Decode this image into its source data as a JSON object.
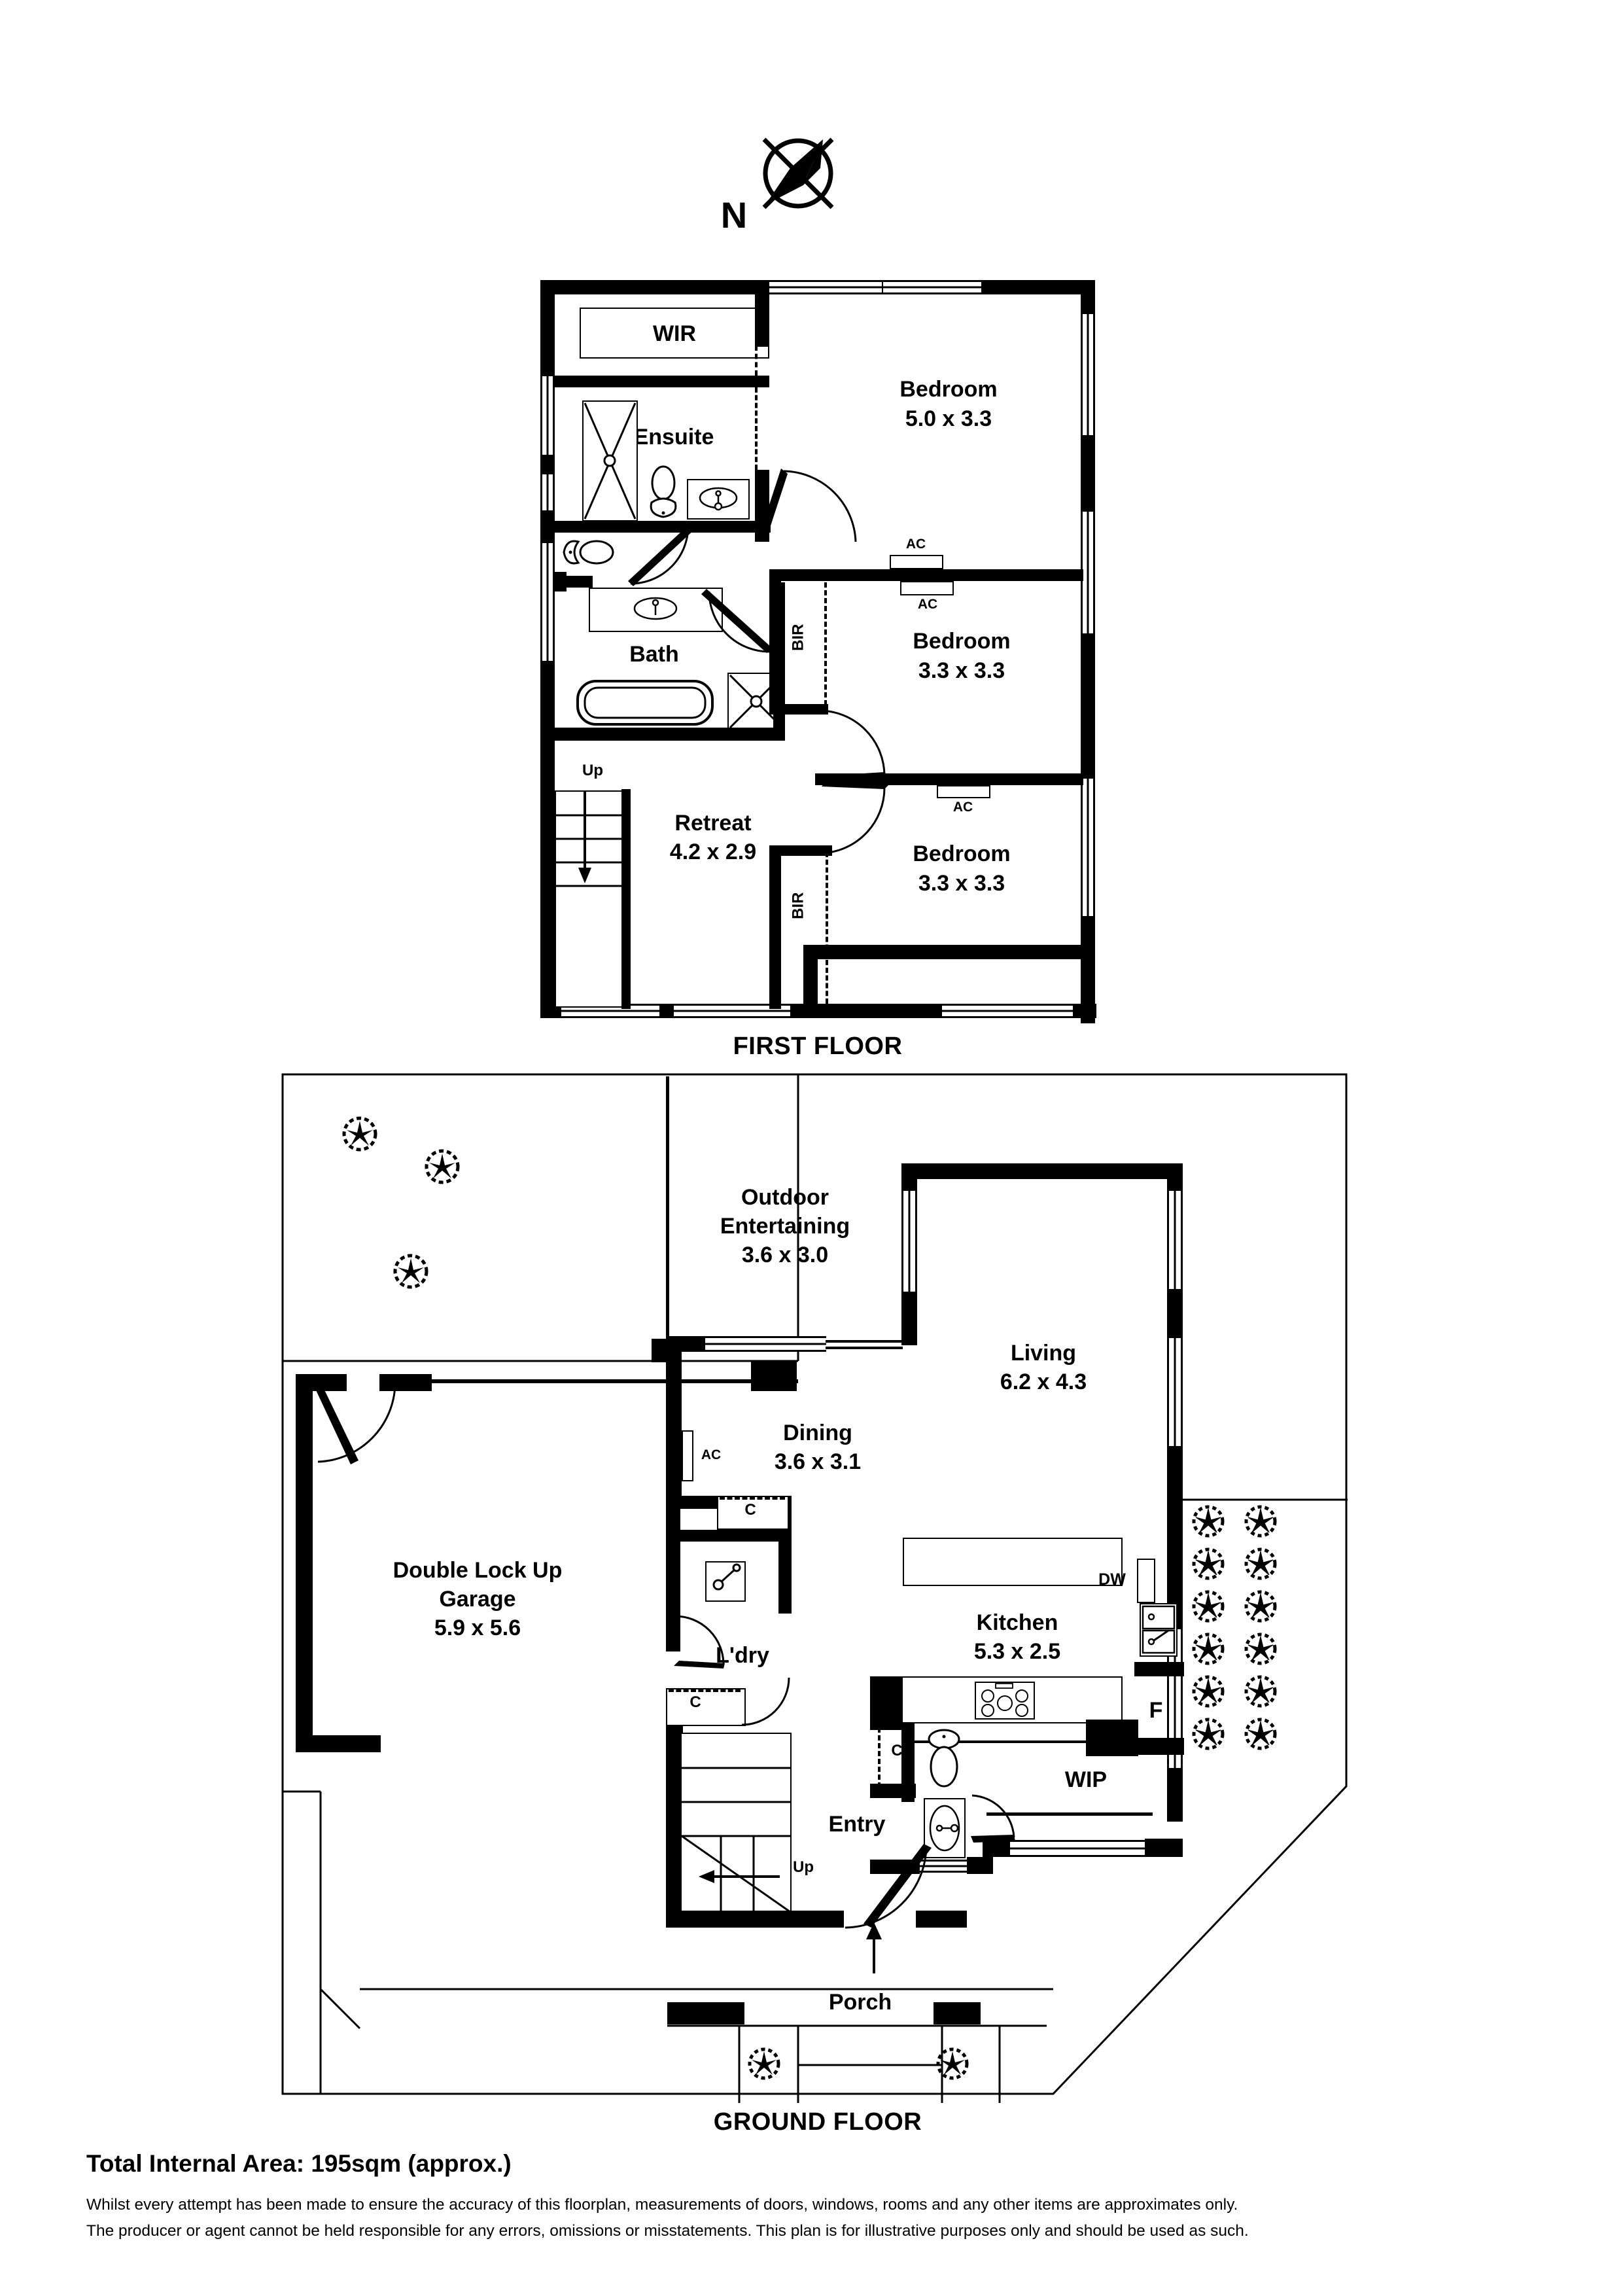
{
  "compass": {
    "label": "N",
    "icon": "compass-rose-icon"
  },
  "floors": [
    {
      "id": "first",
      "title": "FIRST FLOOR",
      "rooms": [
        {
          "name": "WIR",
          "dim": ""
        },
        {
          "name": "Ensuite",
          "dim": ""
        },
        {
          "name": "Bath",
          "dim": ""
        },
        {
          "name": "Retreat",
          "dim": "4.2 x 2.9"
        },
        {
          "name": "Bedroom",
          "dim": "5.0 x 3.3"
        },
        {
          "name": "Bedroom",
          "dim": "3.3 x 3.3"
        },
        {
          "name": "Bedroom",
          "dim": "3.3 x 3.3"
        }
      ],
      "tags": [
        {
          "text": "AC",
          "name": "ac-tag"
        },
        {
          "text": "AC",
          "name": "ac-tag"
        },
        {
          "text": "AC",
          "name": "ac-tag"
        },
        {
          "text": "BIR",
          "name": "bir-tag"
        },
        {
          "text": "BIR",
          "name": "bir-tag"
        },
        {
          "text": "Up",
          "name": "stairs-up-tag"
        }
      ]
    },
    {
      "id": "ground",
      "title": "GROUND FLOOR",
      "rooms": [
        {
          "name": "Outdoor Entertaining",
          "dim": "3.6 x 3.0"
        },
        {
          "name": "Living",
          "dim": "6.2 x 4.3"
        },
        {
          "name": "Dining",
          "dim": "3.6 x 3.1"
        },
        {
          "name": "Double Lock Up Garage",
          "dim": "5.9 x 5.6"
        },
        {
          "name": "Kitchen",
          "dim": "5.3 x 2.5"
        },
        {
          "name": "L'dry",
          "dim": ""
        },
        {
          "name": "Entry",
          "dim": ""
        },
        {
          "name": "Porch",
          "dim": ""
        },
        {
          "name": "WIP",
          "dim": ""
        }
      ],
      "tags": [
        {
          "text": "AC",
          "name": "ac-tag"
        },
        {
          "text": "C",
          "name": "cupboard-tag"
        },
        {
          "text": "C",
          "name": "cupboard-tag"
        },
        {
          "text": "C",
          "name": "cupboard-tag"
        },
        {
          "text": "DW",
          "name": "dishwasher-tag"
        },
        {
          "text": "F",
          "name": "fridge-tag"
        },
        {
          "text": "Up",
          "name": "stairs-up-tag"
        }
      ]
    }
  ],
  "labels": {
    "first_floor": "FIRST FLOOR",
    "ground_floor": "GROUND FLOOR",
    "wir": "WIR",
    "ensuite": "Ensuite",
    "bath": "Bath",
    "retreat_name": "Retreat",
    "retreat_dim": "4.2 x 2.9",
    "bed1_name": "Bedroom",
    "bed1_dim": "5.0 x 3.3",
    "bed2_name": "Bedroom",
    "bed2_dim": "3.3 x 3.3",
    "bed3_name": "Bedroom",
    "bed3_dim": "3.3 x 3.3",
    "ac": "AC",
    "bir": "BIR",
    "up": "Up",
    "outdoor_name1": "Outdoor",
    "outdoor_name2": "Entertaining",
    "outdoor_dim": "3.6 x 3.0",
    "living_name": "Living",
    "living_dim": "6.2 x 4.3",
    "dining_name": "Dining",
    "dining_dim": "3.6 x 3.1",
    "garage_name1": "Double Lock Up",
    "garage_name2": "Garage",
    "garage_dim": "5.9 x 5.6",
    "kitchen_name": "Kitchen",
    "kitchen_dim": "5.3 x 2.5",
    "ldry": "L'dry",
    "entry": "Entry",
    "porch": "Porch",
    "wip": "WIP",
    "c": "C",
    "dw": "DW",
    "f": "F"
  },
  "footer": {
    "area_title": "Total Internal Area: 195sqm (approx.)",
    "disclaimer_line1": "Whilst every attempt has been made to ensure the accuracy of this floorplan, measurements of doors, windows, rooms and any other items are approximates only.",
    "disclaimer_line2": "The producer or agent cannot be held responsible for any errors, omissions or misstatements. This plan is for illustrative purposes only and should be used as such."
  },
  "colors": {
    "ink": "#000000",
    "paper": "#ffffff"
  }
}
